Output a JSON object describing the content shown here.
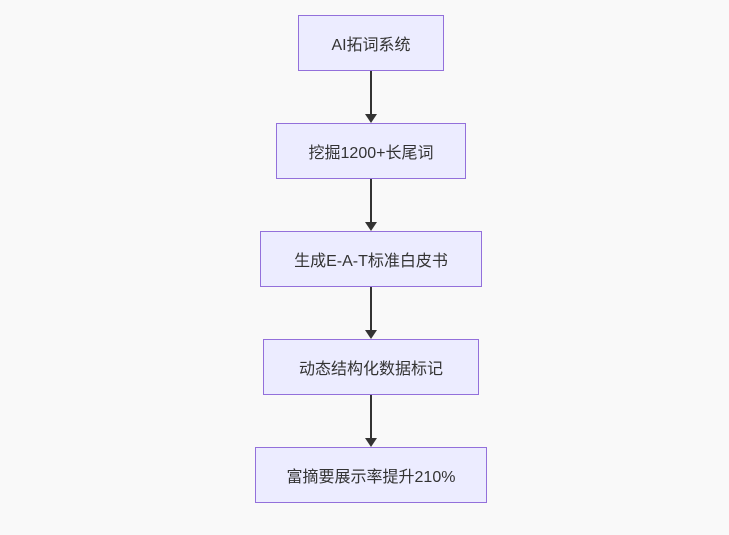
{
  "flowchart": {
    "type": "flowchart-top-down",
    "nodes": [
      {
        "id": "step-1",
        "label": "AI拓词系统"
      },
      {
        "id": "step-2",
        "label": "挖掘1200+长尾词"
      },
      {
        "id": "step-3",
        "label": "生成E-A-T标准白皮书"
      },
      {
        "id": "step-4",
        "label": "动态结构化数据标记"
      },
      {
        "id": "step-5",
        "label": "富摘要展示率提升210%"
      }
    ],
    "edges": [
      {
        "from": "step-1",
        "to": "step-2"
      },
      {
        "from": "step-2",
        "to": "step-3"
      },
      {
        "from": "step-3",
        "to": "step-4"
      },
      {
        "from": "step-4",
        "to": "step-5"
      }
    ],
    "colors": {
      "node_fill": "#ECECFF",
      "node_border": "#9370DB",
      "text": "#333333",
      "arrow": "#333333",
      "background": "#F9F9F9"
    }
  }
}
